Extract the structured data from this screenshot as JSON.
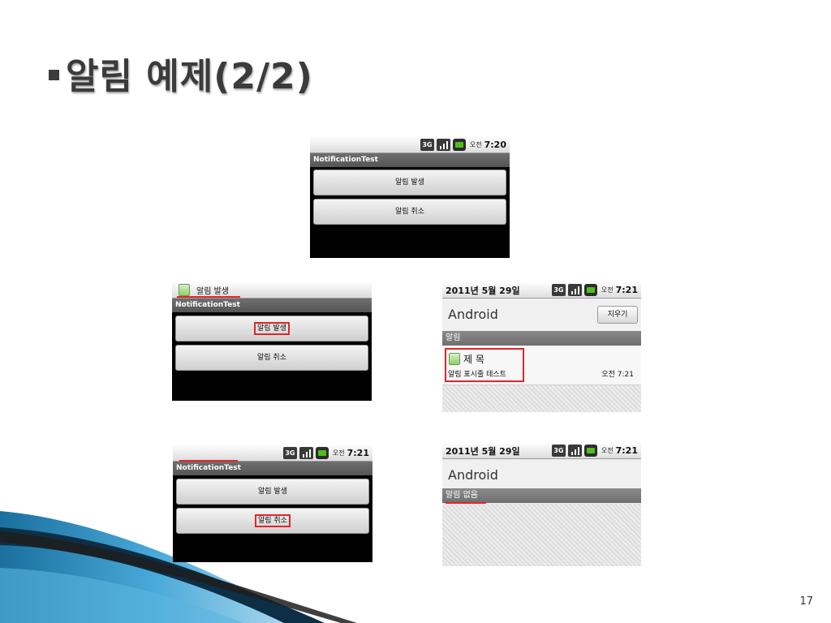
{
  "slide": {
    "title": "알림 예제(2/2)",
    "page_number": "17"
  },
  "phone_status": {
    "network_icon": "3g-icon",
    "signal_icon": "signal-icon",
    "battery_icon": "battery-icon",
    "ampm": "오전",
    "time_a": "7:20",
    "time_b": "7:21"
  },
  "app": {
    "title": "NotificationTest",
    "notify_button": "알림 발생",
    "cancel_button": "알림 취소",
    "ticker_text": "알림 발생"
  },
  "panel": {
    "date": "2011년 5월 29일",
    "carrier": "Android",
    "clear_button": "지우기",
    "section_label": "알림",
    "notification": {
      "title": "제 목",
      "text": "알림 표시줄 테스트",
      "time": "오전 7:21"
    },
    "empty_label": "알림 없음"
  },
  "colors": {
    "highlight": "#e3242b",
    "accent_wave": "#2a8fc4"
  }
}
